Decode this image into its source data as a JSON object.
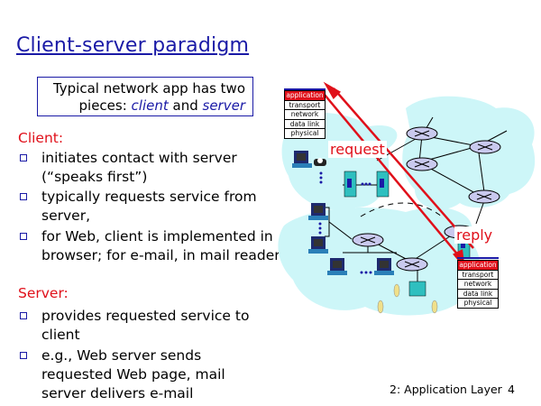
{
  "slide": {
    "title": "Client-server paradigm",
    "intro": {
      "line1": "Typical network app has two",
      "line2_prefix": "pieces: ",
      "client_word": "client",
      "and_word": " and ",
      "server_word": "server"
    },
    "client_section": {
      "heading": "Client:",
      "bullets": [
        "initiates contact with server (“speaks first”)",
        "typically requests service from server,",
        "for Web, client is implemented in browser; for e-mail, in mail reader"
      ]
    },
    "server_section": {
      "heading": "Server:",
      "bullets": [
        "provides requested service to client",
        "e.g., Web server sends requested Web page, mail server delivers e-mail"
      ]
    },
    "footer": {
      "chapter": "2: Application Layer",
      "page_number": "4"
    }
  },
  "diagram": {
    "protocol_layers": [
      "application",
      "transport",
      "network",
      "data link",
      "physical"
    ],
    "request_label": "request",
    "reply_label": "reply",
    "colors": {
      "accent_blue": "#1a1aa6",
      "accent_red": "#e0101a",
      "cloud": "#cdf6f8",
      "router": "#c9c9ee"
    }
  }
}
